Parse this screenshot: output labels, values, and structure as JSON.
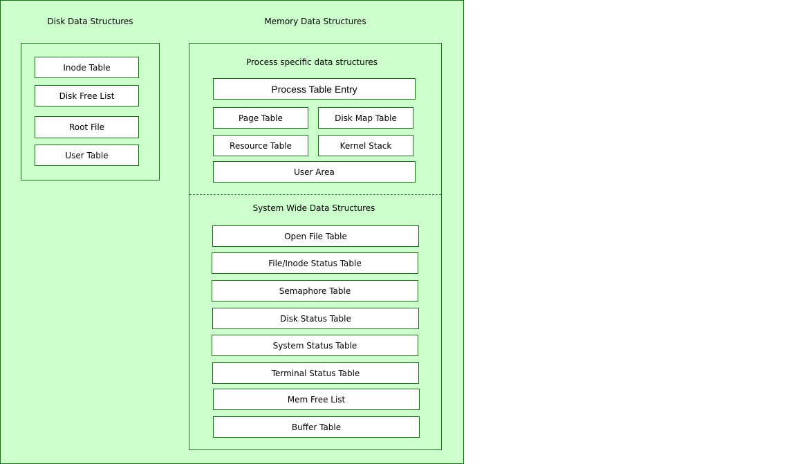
{
  "disk": {
    "heading": "Disk Data Structures",
    "items": [
      "Inode Table",
      "Disk Free List",
      "Root File",
      "User Table"
    ]
  },
  "memory": {
    "heading": "Memory Data Structures",
    "process": {
      "heading": "Process specific data structures",
      "items": [
        "Process Table Entry",
        "Page Table",
        "Disk Map Table",
        "Resource Table",
        "Kernel Stack",
        "User Area"
      ]
    },
    "system": {
      "heading": "System Wide Data Structures",
      "items": [
        "Open File Table",
        "File/Inode Status Table",
        "Semaphore Table",
        "Disk Status Table",
        "System Status Table",
        "Terminal Status Table",
        "Mem Free List",
        "Buffer Table"
      ]
    }
  }
}
